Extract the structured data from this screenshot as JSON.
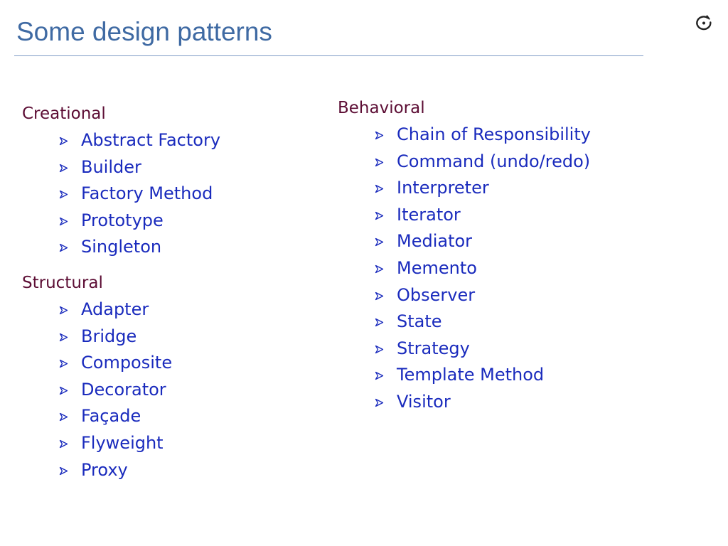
{
  "slide": {
    "title": "Some design patterns"
  },
  "colors": {
    "title": "#3f6aa3",
    "rule": "#7f9cc6",
    "category": "#5c0d34",
    "item": "#1a2bbd"
  },
  "groups": [
    {
      "title": "Creational",
      "items": [
        "Abstract Factory",
        "Builder",
        "Factory Method",
        "Prototype",
        "Singleton"
      ]
    },
    {
      "title": "Structural",
      "items": [
        "Adapter",
        "Bridge",
        "Composite",
        "Decorator",
        "Façade",
        "Flyweight",
        "Proxy"
      ]
    },
    {
      "title": "Behavioral",
      "items": [
        "Chain of Responsibility",
        "Command (undo/redo)",
        "Interpreter",
        "Iterator",
        "Mediator",
        "Memento",
        "Observer",
        "State",
        "Strategy",
        "Template Method",
        "Visitor"
      ]
    }
  ],
  "icons": {
    "bullet": "arrow-bullet-icon",
    "logo": "eiffel-logo-icon"
  }
}
